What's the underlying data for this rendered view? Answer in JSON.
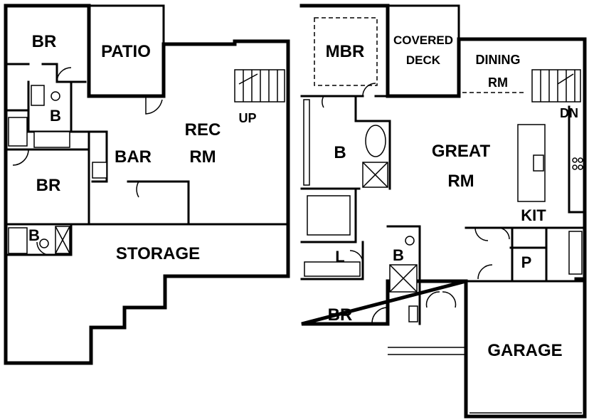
{
  "lower_level": {
    "bedroom_top": "BR",
    "patio": "PATIO",
    "bath_upper": "B",
    "bar": "BAR",
    "rec_room_line1": "REC",
    "rec_room_line2": "RM",
    "stair_up": "UP",
    "bedroom_bottom": "BR",
    "bath_lower": "B",
    "storage": "STORAGE"
  },
  "main_level": {
    "master_bedroom": "MBR",
    "covered_deck_line1": "COVERED",
    "covered_deck_line2": "DECK",
    "dining_line1": "DINING",
    "dining_line2": "RM",
    "stair_down": "DN",
    "master_bath": "B",
    "great_room_line1": "GREAT",
    "great_room_line2": "RM",
    "kitchen": "KIT",
    "laundry": "L",
    "bath": "B",
    "pantry": "P",
    "bedroom": "BR",
    "garage": "GARAGE"
  }
}
